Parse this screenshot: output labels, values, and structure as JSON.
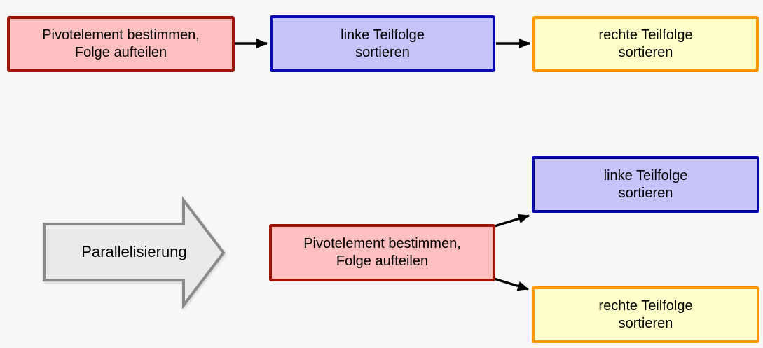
{
  "diagram": {
    "background": "#f8f8f8",
    "sequential_flow": {
      "pivot_box": {
        "label": "Pivotelement bestimmen,\nFolge aufteilen"
      },
      "left_box": {
        "label": "linke Teilfolge\nsortieren"
      },
      "right_box": {
        "label": "rechte Teilfolge\nsortieren"
      }
    },
    "parallel_flow": {
      "transition_arrow": {
        "label": "Parallelisierung"
      },
      "pivot_box": {
        "label": "Pivotelement bestimmen,\nFolge aufteilen"
      },
      "left_box": {
        "label": "linke Teilfolge\nsortieren"
      },
      "right_box": {
        "label": "rechte Teilfolge\nsortieren"
      }
    },
    "colors": {
      "pivot_fill": "#fdbfbf",
      "pivot_border": "#9b1506",
      "left_fill": "#c4c4fa",
      "left_border": "#0a0aab",
      "right_fill": "#ffffc9",
      "right_border": "#ff9800",
      "transition_fill": "#eaeaea",
      "transition_border": "#8a8a8a",
      "connector": "#000000"
    }
  }
}
